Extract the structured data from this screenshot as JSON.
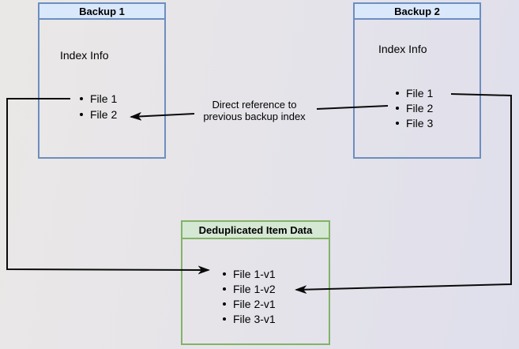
{
  "colors": {
    "backup_fill": "#dae8fc",
    "backup_border": "#6c8ebf",
    "dedup_fill": "#d5e8d4",
    "dedup_border": "#82b366",
    "arrow": "#0a0a0a"
  },
  "backup1": {
    "title": "Backup 1",
    "body_label": "Index Info",
    "items": [
      "File 1",
      "File 2"
    ]
  },
  "backup2": {
    "title": "Backup 2",
    "body_label": "Index Info",
    "items": [
      "File 1",
      "File 2",
      "File 3"
    ]
  },
  "dedup": {
    "title": "Deduplicated Item Data",
    "items": [
      "File 1-v1",
      "File 1-v2",
      "File 2-v1",
      "File 3-v1"
    ]
  },
  "edge_label": {
    "line1": "Direct reference to",
    "line2": "previous backup index"
  }
}
